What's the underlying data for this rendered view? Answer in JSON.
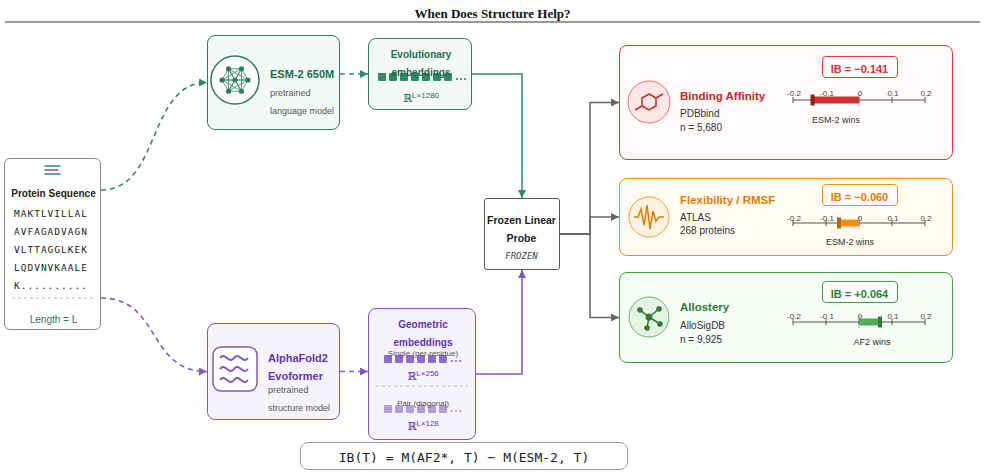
{
  "diagram": {
    "title": "When Does Structure Help?",
    "nodes": [
      {
        "text": [
          "Protein Sequence",
          "MAKTLVILLAL AVFAGADVAGN VLTTAGGLKEK LQDVNVKAALE K..........",
          "Length = L"
        ]
      },
      {
        "text": [
          "ESM-2 650M",
          "pretrained language model"
        ]
      },
      {
        "text": [
          "Evolutionary embeddings",
          "ℝ",
          "L×1280"
        ]
      },
      {
        "text": [
          "AlphaFold2 Evoformer",
          "pretrained structure model"
        ]
      },
      {
        "text": [
          "Geometric embeddings",
          "Single (per-residue)",
          "ℝ",
          "L×256",
          "Pair (diagonal)",
          "ℝ",
          "L×128"
        ]
      },
      {
        "text": [
          "Frozen Linear Probe",
          "FROZEN"
        ]
      },
      {
        "text": [
          "Binding Affinity",
          "PDBbind",
          "n = 5,680",
          "-0.2",
          "-0.1",
          "0",
          "0.1",
          "0.2",
          "ESM-2 wins"
        ]
      },
      {
        "text": [
          "IB = −0.141"
        ],
        "in": 6
      },
      {
        "text": [
          "Flexibility / RMSF",
          "ATLAS",
          "268 proteins",
          "-0.2",
          "-0.1",
          "0",
          "0.1",
          "0.2",
          "ESM-2 wins"
        ]
      },
      {
        "text": [
          "IB = −0.060"
        ],
        "in": 8
      },
      {
        "text": [
          "Allostery",
          "AlloSigDB",
          "n = 9,925",
          "-0.2",
          "-0.1",
          "0",
          "0.1",
          "0.2",
          "AF2 wins"
        ]
      },
      {
        "text": [
          "IB = +0.064"
        ],
        "in": 10
      },
      {
        "text": [
          "IB(T) = M(AF2*, T) − M(ESM-2, T)"
        ]
      }
    ],
    "edges": [
      {
        "from": 0,
        "to": 1,
        "arrow": "to"
      },
      {
        "from": 1,
        "to": 2,
        "arrow": "to"
      },
      {
        "from": 2,
        "to": 5,
        "arrow": "to"
      },
      {
        "from": 0,
        "to": 3,
        "arrow": "to"
      },
      {
        "from": 3,
        "to": 4,
        "arrow": "to"
      },
      {
        "from": 4,
        "to": 5,
        "arrow": "to"
      },
      {
        "from": 5,
        "to": 6,
        "arrow": "to"
      },
      {
        "from": 5,
        "to": 8,
        "arrow": "to"
      },
      {
        "from": 5,
        "to": 10,
        "arrow": "to"
      }
    ]
  }
}
